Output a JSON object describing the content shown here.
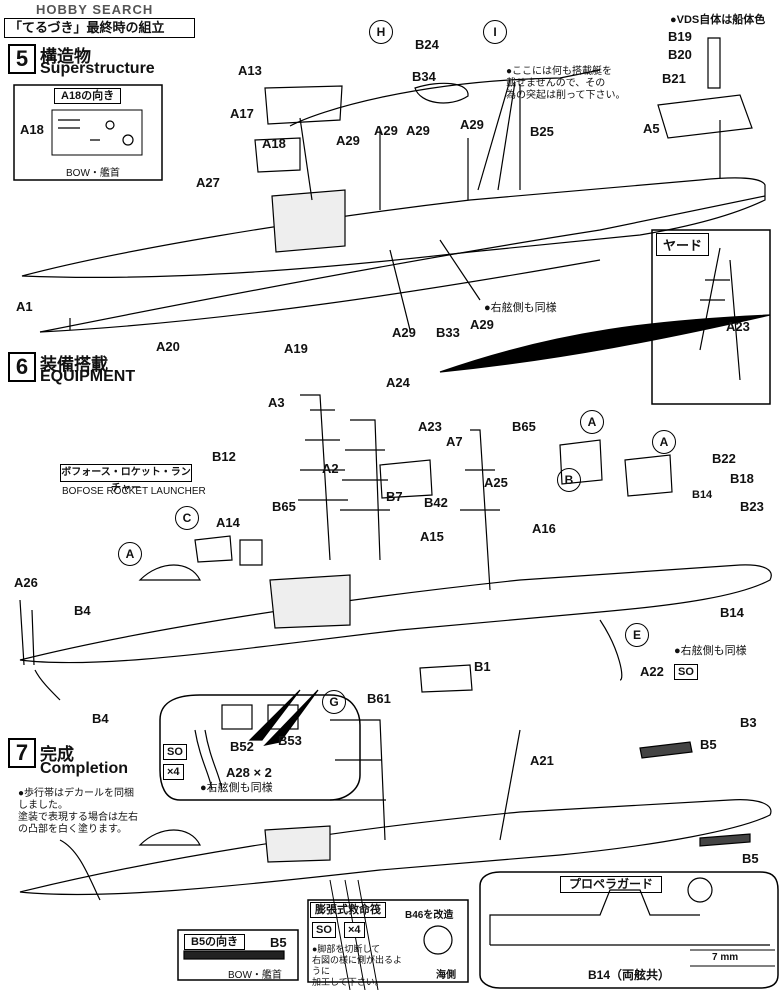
{
  "header": {
    "title": "「てるづき」最終時の組立",
    "watermark": "HOBBY SEARCH"
  },
  "steps": [
    {
      "number": "5",
      "title_jp": "構造物",
      "title_en": "Superstructure"
    },
    {
      "number": "6",
      "title_jp": "装備搭載",
      "title_en": "EQUIPMENT"
    },
    {
      "number": "7",
      "title_jp": "完成",
      "title_en": "Completion"
    }
  ],
  "parts": {
    "A13": "A13",
    "A17": "A17",
    "A18": "A18",
    "A27": "A27",
    "A29": "A29",
    "B24": "B24",
    "B34": "B34",
    "B25": "B25",
    "A5": "A5",
    "B19": "B19",
    "B20": "B20",
    "B21": "B21",
    "A1": "A1",
    "A20": "A20",
    "A19": "A19",
    "B33": "B33",
    "A23": "A23",
    "A24": "A24",
    "A3": "A3",
    "A2": "A2",
    "B12": "B12",
    "A14": "A14",
    "B65": "B65",
    "A7": "A7",
    "B7": "B7",
    "A25": "A25",
    "B42": "B42",
    "A15": "A15",
    "A16": "A16",
    "B22": "B22",
    "B18": "B18",
    "B14": "B14",
    "B23": "B23",
    "A26": "A26",
    "B4": "B4",
    "B1": "B1",
    "A22": "A22",
    "B61": "B61",
    "A21": "A21",
    "B3": "B3",
    "B5": "B5",
    "B52": "B52",
    "B53": "B53",
    "A28": "A28 × 2",
    "B46": "B46"
  },
  "callouts": {
    "H": "H",
    "I": "I",
    "A": "A",
    "B": "B",
    "C": "C",
    "E": "E",
    "G": "G"
  },
  "insets": {
    "a18_direction": {
      "title": "A18の向き",
      "bow": "BOW・艦首"
    },
    "yard": {
      "title": "ヤード"
    },
    "b5_direction": {
      "title": "B5の向き",
      "bow": "BOW・艦首"
    },
    "propeller_guard": {
      "title": "プロペラガード",
      "label": "B14（両舷共）",
      "measure": "7 mm"
    },
    "raft": {
      "title": "膨張式救命筏",
      "note": "B46を改造"
    }
  },
  "notes": {
    "vds": "●VDS自体は船体色",
    "no_boat": "●ここには何も搭載艇を\n載せませんので、その\n為の突起は削って下さい。",
    "starboard_same_1": "●右舷側も同様",
    "starboard_same_2": "●右舷側も同様",
    "starboard_same_3": "●右舷側も同様",
    "walkway": "●歩行帯はデカールを同梱\nしました。\n塗装で表現する場合は左右\nの凸部を白く塗ります。",
    "raft_cut": "●脚部を切断して\n右図の様に側が出るように\n加工して下さい。",
    "sea_side": "海側"
  },
  "rocket_label": {
    "jp": "ボフォース・ロケット・ランチャー",
    "en": "BOFOSE ROCKET LAUNCHER"
  },
  "tags": {
    "so1": "SO",
    "so2": "SO",
    "so3": "SO",
    "x4a": "×4",
    "x4b": "×4"
  }
}
